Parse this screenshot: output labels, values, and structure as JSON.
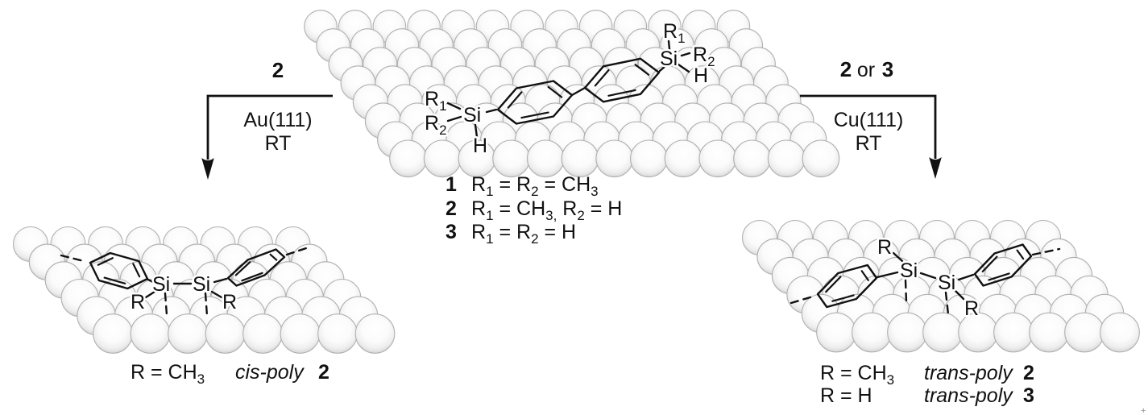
{
  "figure": {
    "type": "surface-reaction-scheme",
    "background": "#ffffff",
    "ink_color": "#111111",
    "sphere_stroke": "#b0b0b0",
    "sphere_fill_light": "#ffffff",
    "sphere_fill_dark": "#d7d7d7",
    "corner_mark": "+"
  },
  "reactant": {
    "left_silyl": {
      "r1": [
        "R",
        {
          "sub": "1"
        }
      ],
      "r2": [
        "R",
        {
          "sub": "2"
        }
      ],
      "si": "Si",
      "h": "H"
    },
    "right_silyl": {
      "r1": [
        "R",
        {
          "sub": "1"
        }
      ],
      "r2": [
        "R",
        {
          "sub": "2"
        }
      ],
      "si": "Si",
      "h": "H"
    }
  },
  "legend": {
    "items": [
      {
        "number": "1",
        "formula": [
          "R",
          {
            "sub": "1"
          },
          " = R",
          {
            "sub": "2"
          },
          " = CH",
          {
            "sub": "3"
          }
        ]
      },
      {
        "number": "2",
        "formula": [
          "R",
          {
            "sub": "1"
          },
          " = CH",
          {
            "sub": "3,"
          },
          " R",
          {
            "sub": "2"
          },
          " = H"
        ]
      },
      {
        "number": "3",
        "formula": [
          "R",
          {
            "sub": "1"
          },
          " = R",
          {
            "sub": "2"
          },
          " = H"
        ]
      }
    ]
  },
  "arrow_left": {
    "reagent": "2",
    "surface": "Au(111)",
    "temperature": "RT"
  },
  "arrow_right": {
    "reagent_a": "2",
    "conjunction": "or",
    "reagent_b": "3",
    "surface": "Cu(111)",
    "temperature": "RT"
  },
  "product_cis": {
    "si_left": "Si",
    "si_right": "Si",
    "r_left": "R",
    "r_right": "R",
    "caption": {
      "r_definition": [
        "R = CH",
        {
          "sub": "3"
        }
      ],
      "poly_name": "cis-poly",
      "compound_number": "2"
    }
  },
  "product_trans": {
    "r_top": "R",
    "si_left": "Si",
    "si_right": "Si",
    "r_bottom": "R",
    "captions": [
      {
        "r_definition": [
          "R = CH",
          {
            "sub": "3"
          }
        ],
        "poly_name": "trans-poly",
        "compound_number": "2"
      },
      {
        "r_definition": [
          "R = H"
        ],
        "poly_name": "trans-poly",
        "compound_number": "3"
      }
    ]
  }
}
